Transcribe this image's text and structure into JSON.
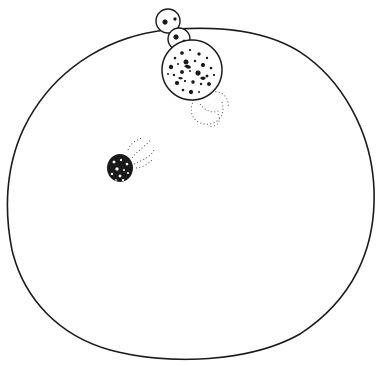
{
  "figure": {
    "ink_color": "#1a1a1a",
    "paper_color": "#ffffff",
    "parts": [
      "egg-outline",
      "polar-bodies",
      "maternal-pronucleus",
      "faint-dotted-aster",
      "sperm-head-pronucleus",
      "sperm-aster-trail"
    ]
  }
}
